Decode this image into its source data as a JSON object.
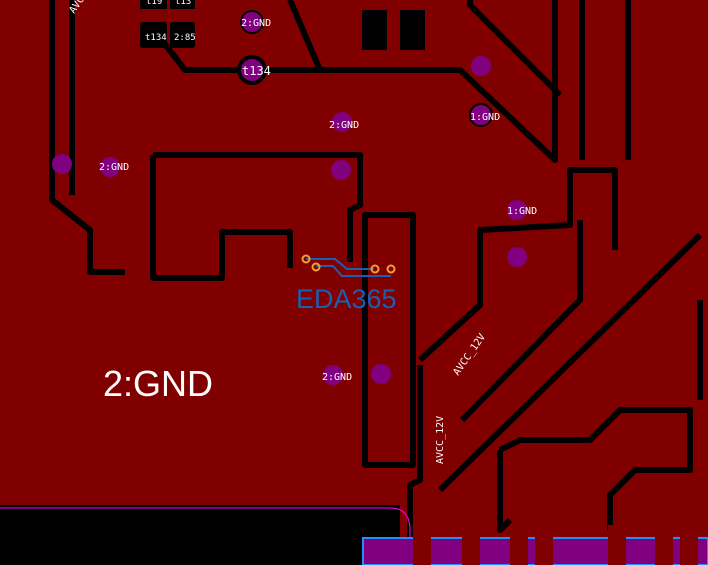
{
  "board": {
    "watermark": "EDA365",
    "net_big_label": "2:GND",
    "labels": {
      "gnd2_a": "2:GND",
      "gnd2_b": "2:GND",
      "gnd2_c": "2:GND",
      "gnd2_d": "2:GND",
      "gnd1_a": "1:GND",
      "gnd1_b": "1:GND",
      "t134_via": "t134",
      "t134_pad": "t134",
      "pad_285": "2:85",
      "pad_t19": "t19",
      "pad_t13": "t13",
      "avcc_a": "AVCC_12V",
      "avcc_b": "AVCC_12V",
      "avcc_top": "AVC"
    },
    "colors": {
      "copper": "#800000",
      "clearance": "#000000",
      "via": "#800080",
      "pad": "#f0a030",
      "trace": "#1a5fb4",
      "outline": "#ff00ff",
      "keepout": "#8080c0"
    }
  }
}
